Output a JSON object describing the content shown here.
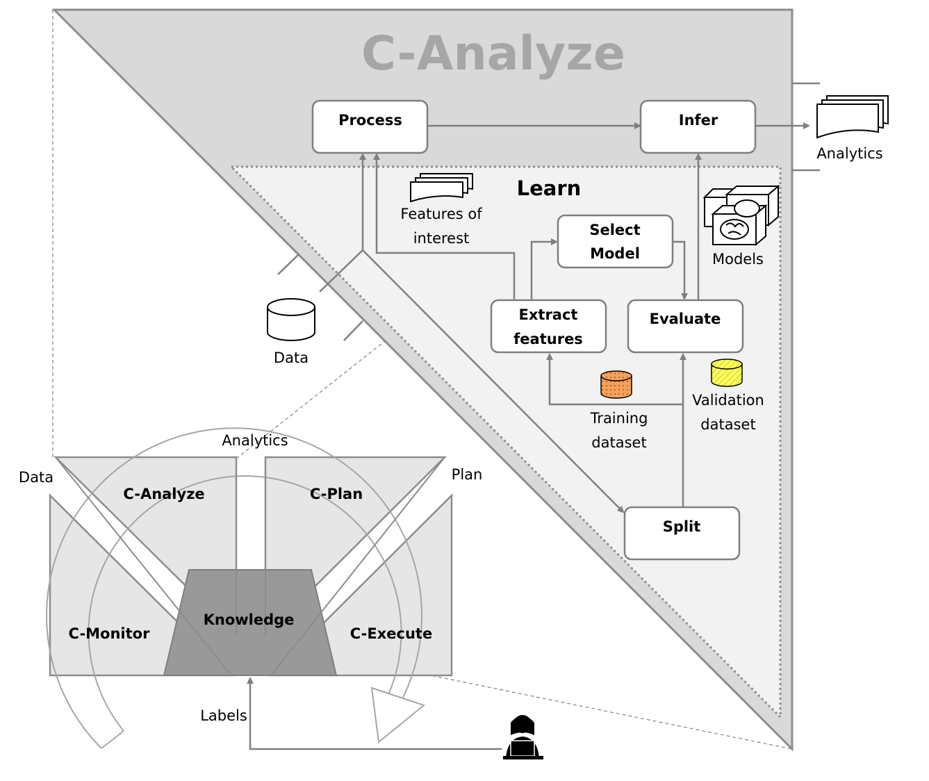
{
  "title": "C-Analyze",
  "learn_title": "Learn",
  "nodes": {
    "process": "Process",
    "infer": "Infer",
    "select_model_1": "Select",
    "select_model_2": "Model",
    "extract_1": "Extract",
    "extract_2": "features",
    "evaluate": "Evaluate",
    "split": "Split"
  },
  "artifacts": {
    "analytics": "Analytics",
    "features_1": "Features of",
    "features_2": "interest",
    "models": "Models",
    "data": "Data",
    "training_1": "Training",
    "training_2": "dataset",
    "validation_1": "Validation",
    "validation_2": "dataset"
  },
  "mapek": {
    "c_analyze": "C-Analyze",
    "c_plan": "C-Plan",
    "c_monitor": "C-Monitor",
    "c_execute": "C-Execute",
    "knowledge": "Knowledge",
    "data": "Data",
    "analytics": "Analytics",
    "plan": "Plan",
    "labels": "Labels"
  },
  "colors": {
    "outer_triangle": "#d9d9d9",
    "learn_region": "#f2f2f2",
    "title_text": "#a6a6a6",
    "knowledge": "#999999",
    "training_dataset": "#f4a460",
    "validation_dataset": "#ffff66"
  },
  "icons": [
    "cylinder-data-icon",
    "document-stack-icon",
    "brain-models-icon",
    "user-laptop-icon"
  ]
}
